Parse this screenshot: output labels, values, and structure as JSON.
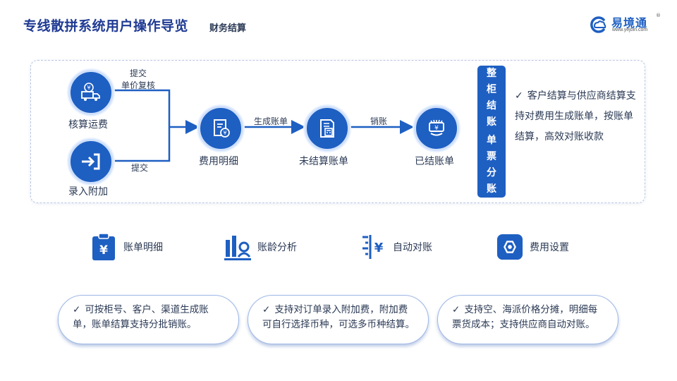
{
  "header": {
    "title": "专线散拼系统用户操作导览",
    "subtitle": "财务结算",
    "logo_text": "易境通",
    "logo_url": "www.yejoin.com",
    "logo_mark": "®"
  },
  "flow": {
    "nodes": {
      "freight": "核算运费",
      "surcharge": "录入附加",
      "fee_detail": "费用明细",
      "unsettled_bill": "未结算账单",
      "settled_bill": "已结账单"
    },
    "edges": {
      "submit_review_line1": "提交",
      "submit_review_line2": "单价复核",
      "submit": "提交",
      "generate_bill": "生成账单",
      "write_off": "销账"
    },
    "side_tab": [
      "整",
      "柜",
      "结",
      "账",
      "单",
      "票",
      "分",
      "账"
    ],
    "side_desc_check": "✓",
    "side_desc": "客户结算与供应商结算支持对费用生成账单，按账单结算，高效对账收款"
  },
  "features": [
    {
      "label": "账单明细",
      "icon": "bill-clipboard-icon"
    },
    {
      "label": "账龄分析",
      "icon": "aging-analysis-icon"
    },
    {
      "label": "自动对账",
      "icon": "auto-reconcile-icon"
    },
    {
      "label": "费用设置",
      "icon": "fee-settings-icon"
    }
  ],
  "cards": [
    {
      "check": "✓",
      "text": "可按柜号、客户、渠道生成账单，账单结算支持分批销账。"
    },
    {
      "check": "✓",
      "text": "支持对订单录入附加费，附加费可自行选择币种，可选多币种结算。"
    },
    {
      "check": "✓",
      "text": "支持空、海派价格分摊，明细每票货成本；支持供应商自动对账。"
    }
  ],
  "colors": {
    "primary": "#1e5fc2",
    "title": "#1f3a93",
    "text": "#2b3a55",
    "panel_border": "#b8c6e2"
  }
}
